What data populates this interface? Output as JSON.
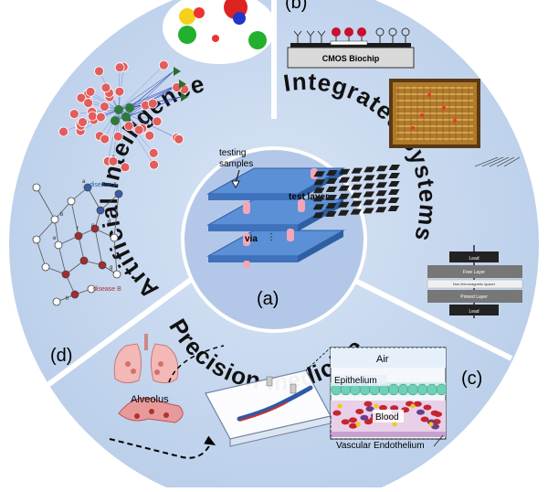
{
  "sections": {
    "center": {
      "label": "(a)",
      "testing_samples_1": "testing",
      "testing_samples_2": "samples",
      "test_layer": "test layer",
      "via": "via"
    },
    "top_right": {
      "label": "(b)",
      "title": "Integrated Systems",
      "chip": "CMOS Biochip",
      "stack_top": "Lead",
      "stack_free": "Free Layer",
      "stack_mid": "Non-ferromagnetic spacer",
      "stack_pinned": "Pinned Layer",
      "stack_bottom": "Lead"
    },
    "bottom_right": {
      "label": "(c)",
      "air": "Air",
      "epithelium": "Epithelium",
      "blood": "Blood",
      "vascular": "Vascular Endothelium"
    },
    "bottom": {
      "title": "Precision medicine",
      "alveolus": "Alveolus"
    },
    "left": {
      "label": "(d)",
      "title": "Artificial Intelligence",
      "disease_a": "disease A",
      "disease_b": "disease B",
      "nodes": [
        "a",
        "b",
        "c",
        "d",
        "e",
        "f",
        "g",
        "h"
      ]
    }
  },
  "colors": {
    "disk": "#c5d6ee",
    "inner_disk": "#b6cbe9",
    "divider": "#ffffff",
    "layer_blue": "#5b8fd6",
    "node_red": "#e05a5a",
    "node_green": "#2f7a3a",
    "arrow_green": "#2e6b2a"
  }
}
